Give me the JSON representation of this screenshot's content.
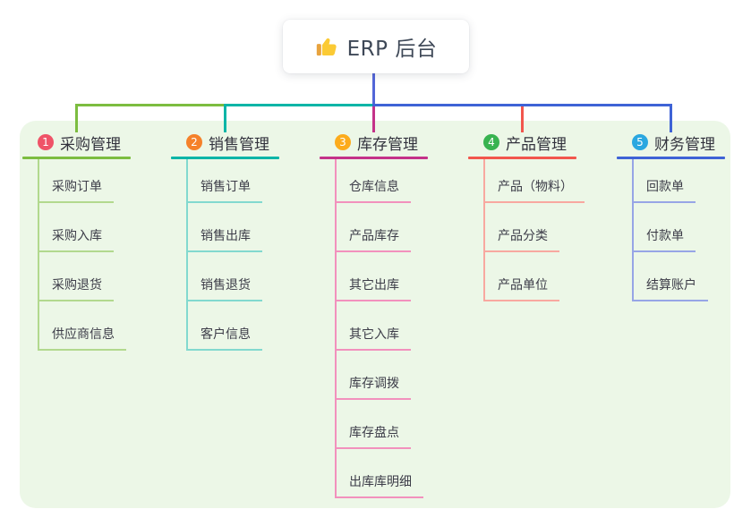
{
  "root": {
    "label": "ERP 后台",
    "icon": "thumbs-up-icon"
  },
  "branches": [
    {
      "index": "1",
      "label": "采购管理",
      "badge_color": "#ef5368",
      "line_color": "#7cbd40",
      "child_line_color": "#b2d98e",
      "children": [
        "采购订单",
        "采购入库",
        "采购退货",
        "供应商信息"
      ]
    },
    {
      "index": "2",
      "label": "销售管理",
      "badge_color": "#f5812a",
      "line_color": "#06b5a7",
      "child_line_color": "#82d9cf",
      "children": [
        "销售订单",
        "销售出库",
        "销售退货",
        "客户信息"
      ]
    },
    {
      "index": "3",
      "label": "库存管理",
      "badge_color": "#fcab1c",
      "line_color": "#c43289",
      "child_line_color": "#f291bd",
      "children": [
        "仓库信息",
        "产品库存",
        "其它出库",
        "其它入库",
        "库存调拨",
        "库存盘点",
        "出库库明细"
      ]
    },
    {
      "index": "4",
      "label": "产品管理",
      "badge_color": "#38b350",
      "line_color": "#f2564d",
      "child_line_color": "#f8a8a0",
      "children": [
        "产品（物料）",
        "产品分类",
        "产品单位"
      ]
    },
    {
      "index": "5",
      "label": "财务管理",
      "badge_color": "#2aa7e0",
      "line_color": "#3e63d6",
      "child_line_color": "#97a5e6",
      "children": [
        "回款单",
        "付款单",
        "结算账户"
      ]
    }
  ],
  "colors": {
    "panel_bg": "#ecf7e7",
    "root_stem": "#5366d8",
    "root_text": "#3e4857",
    "branch_text": "#32323d",
    "child_text": "#3c3c48"
  }
}
